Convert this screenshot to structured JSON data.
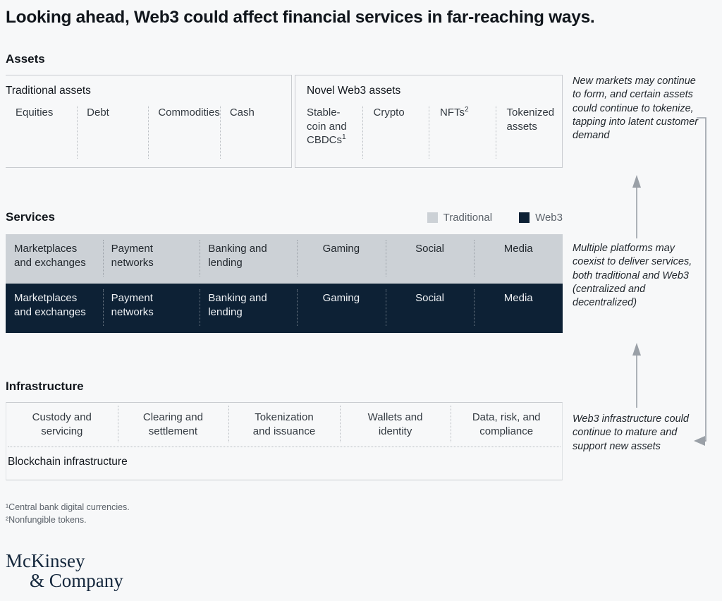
{
  "title": "Looking ahead, Web3 could affect financial services in far-reaching ways.",
  "sections": {
    "assets": {
      "heading": "Assets",
      "groups": [
        {
          "label": "Traditional assets",
          "columns": [
            "Equities",
            "Debt",
            "Commodities",
            "Cash"
          ]
        },
        {
          "label": "Novel Web3 assets",
          "columns": [
            "Stable-coin and CBDCs",
            "Crypto",
            "NFTs",
            "Tokenized assets"
          ]
        }
      ]
    },
    "services": {
      "heading": "Services",
      "legend": [
        {
          "label": "Traditional",
          "color": "#ccd1d6"
        },
        {
          "label": "Web3",
          "color": "#0d2135"
        }
      ],
      "rows": [
        {
          "type": "Traditional",
          "color": "#ccd1d6",
          "columns": [
            "Marketplaces and exchanges",
            "Payment networks",
            "Banking and lending",
            "Gaming",
            "Social",
            "Media"
          ]
        },
        {
          "type": "Web3",
          "color": "#0d2135",
          "columns": [
            "Marketplaces and exchanges",
            "Payment networks",
            "Banking and lending",
            "Gaming",
            "Social",
            "Media"
          ]
        }
      ]
    },
    "infrastructure": {
      "heading": "Infrastructure",
      "columns": [
        "Custody and servicing",
        "Clearing and settlement",
        "Tokenization and issuance",
        "Wallets and identity",
        "Data, risk, and compliance"
      ],
      "base_layer": "Blockchain infrastructure"
    }
  },
  "annotations": {
    "assets": "New markets may continue to form, and certain assets could continue to tokenize, tapping into latent customer demand",
    "services": "Multiple platforms may coexist to deliver services, both traditional and Web3 (centralized and decentralized)",
    "infrastructure": "Web3 infrastructure could continue to mature and support new assets"
  },
  "footnotes": [
    "¹Central bank digital currencies.",
    "²Nonfungible tokens."
  ],
  "logo": {
    "line1": "McKinsey",
    "line2": "& Company"
  }
}
